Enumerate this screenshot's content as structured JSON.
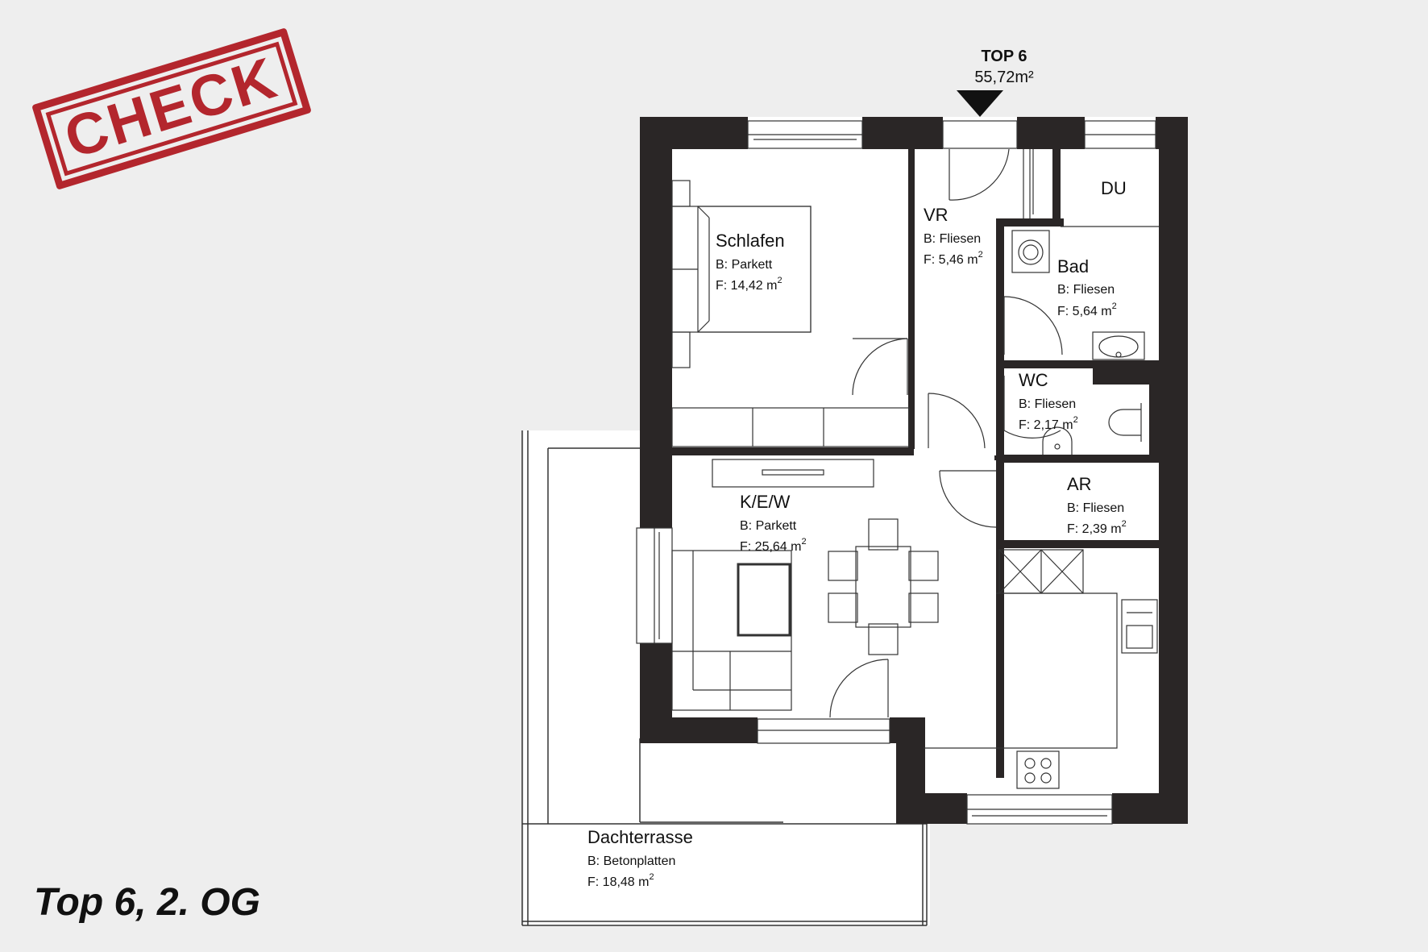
{
  "stamp": {
    "text": "CHECK",
    "color": "#b3262d"
  },
  "unit": {
    "name": "TOP 6",
    "area": "55,72m²"
  },
  "caption": "Top 6, 2. OG",
  "rooms": {
    "schlafen": {
      "name": "Schlafen",
      "floor": "B: Parkett",
      "area": "F: 14,42  m",
      "sup": "2"
    },
    "vr": {
      "name": "VR",
      "floor": "B: Fliesen",
      "area": "F: 5,46  m",
      "sup": "2"
    },
    "du": {
      "name": "DU"
    },
    "bad": {
      "name": "Bad",
      "floor": "B: Fliesen",
      "area": "F: 5,64  m",
      "sup": "2"
    },
    "wc": {
      "name": "WC",
      "floor": "B: Fliesen",
      "area": "F: 2,17  m",
      "sup": "2"
    },
    "ar": {
      "name": "AR",
      "floor": "B: Fliesen",
      "area": "F: 2,39  m",
      "sup": "2"
    },
    "kew": {
      "name": "K/E/W",
      "floor": "B: Parkett",
      "area": "F: 25,64  m",
      "sup": "2"
    },
    "dachterrasse": {
      "name": "Dachterrasse",
      "floor": "B: Betonplatten",
      "area": "F: 18,48  m",
      "sup": "2"
    }
  },
  "colors": {
    "wall": "#2a2626",
    "line": "#222222",
    "background": "#eeeeee",
    "floor": "#ffffff"
  }
}
